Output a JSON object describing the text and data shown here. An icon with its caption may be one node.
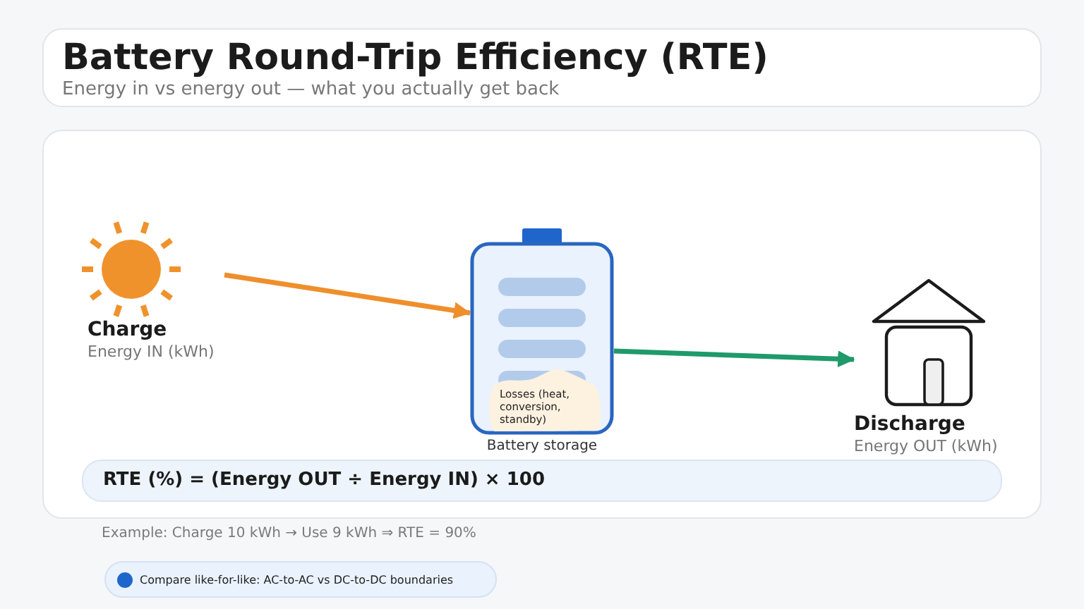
{
  "diagram": {
    "title": "Battery Round-Trip Efficiency (RTE)",
    "nodes": [
      {
        "text": [
          "Charge",
          "Energy IN (kWh)"
        ]
      },
      {
        "text": [
          "Battery storage"
        ]
      },
      {
        "text": [
          "Losses (heat, conversion, standby)"
        ],
        "in": 1
      },
      {
        "text": [
          "Discharge",
          "Energy OUT (kWh)"
        ]
      },
      {
        "text": [
          "RTE (%) = (Energy OUT ÷ Energy IN) × 100"
        ]
      },
      {
        "text": [
          "Compare like-for-like: AC-to-AC vs DC-to-DC boundaries"
        ]
      }
    ],
    "edges": [
      {
        "from": 0,
        "to": 1,
        "arrow": "to",
        "color": "#ef8f2c"
      },
      {
        "from": 1,
        "to": 3,
        "arrow": "to",
        "color": "#1f9a6a"
      }
    ],
    "labels": [
      "Energy in vs energy out — what you actually get back",
      "Example: Charge 10 kWh → Use 9 kWh ⇒ RTE = 90%"
    ]
  }
}
